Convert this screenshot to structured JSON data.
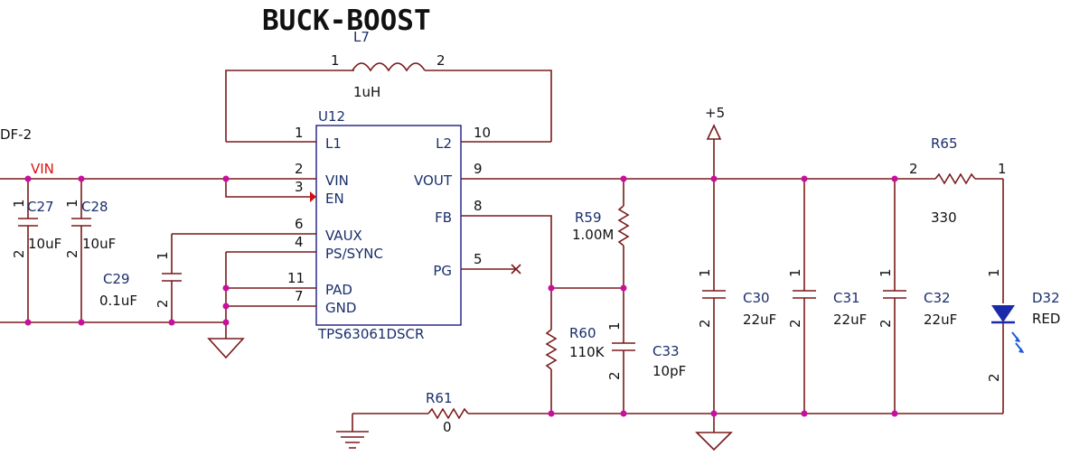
{
  "title": "BUCK-BOOST",
  "left_net_label": "DF-2",
  "net_vin": "VIN",
  "power_label": "+5",
  "u12": {
    "ref": "U12",
    "part": "TPS63061DSCR",
    "pins": {
      "l1": "L1",
      "l2": "L2",
      "vin": "VIN",
      "en": "EN",
      "vaux": "VAUX",
      "pssync": "PS/SYNC",
      "pad": "PAD",
      "gnd": "GND",
      "vout": "VOUT",
      "fb": "FB",
      "pg": "PG"
    },
    "pin_numbers": {
      "l1": "1",
      "l2": "10",
      "vin": "2",
      "en": "3",
      "vaux": "6",
      "pssync": "4",
      "pad": "11",
      "gnd": "7",
      "vout": "9",
      "fb": "8",
      "pg": "5"
    }
  },
  "l7": {
    "ref": "L7",
    "value": "1uH",
    "pin1": "1",
    "pin2": "2"
  },
  "c27": {
    "ref": "C27",
    "value": "10uF",
    "pin1": "1",
    "pin2": "2"
  },
  "c28": {
    "ref": "C28",
    "value": "10uF",
    "pin1": "1",
    "pin2": "2"
  },
  "c29": {
    "ref": "C29",
    "value": "0.1uF",
    "pin1": "1",
    "pin2": "2"
  },
  "r59": {
    "ref": "R59",
    "value": "1.00M"
  },
  "r60": {
    "ref": "R60",
    "value": "110K"
  },
  "c33": {
    "ref": "C33",
    "value": "10pF",
    "pin1": "1",
    "pin2": "2"
  },
  "r61": {
    "ref": "R61",
    "value": "0"
  },
  "c30": {
    "ref": "C30",
    "value": "22uF",
    "pin1": "1",
    "pin2": "2"
  },
  "c31": {
    "ref": "C31",
    "value": "22uF",
    "pin1": "1",
    "pin2": "2"
  },
  "c32": {
    "ref": "C32",
    "value": "22uF",
    "pin1": "1",
    "pin2": "2"
  },
  "r65": {
    "ref": "R65",
    "value": "330",
    "pin1": "1",
    "pin2": "2"
  },
  "d32": {
    "ref": "D32",
    "value": "RED",
    "pin1": "1",
    "pin2": "2"
  },
  "colors": {
    "wire": "#7a1a1a",
    "junction": "#c8109c",
    "chip_outline": "#0a0a7a",
    "label_text": "#1a2f6b",
    "net_text": "#e01010",
    "led_body": "#1a2aa8",
    "led_light": "#1f5bd8"
  }
}
